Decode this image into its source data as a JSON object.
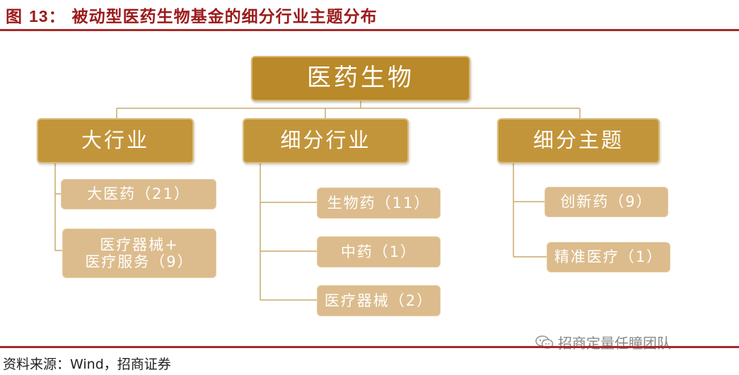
{
  "figure": {
    "label": "图",
    "number": "13",
    "colon": "：",
    "title": "被动型医药生物基金的细分行业主题分布"
  },
  "diagram": {
    "root": "医药生物",
    "categories": [
      {
        "label": "大行业",
        "leaves": [
          {
            "lines": [
              "大医药（21）"
            ]
          },
          {
            "lines": [
              "医疗器械+",
              "医疗服务（9）"
            ]
          }
        ]
      },
      {
        "label": "细分行业",
        "leaves": [
          {
            "lines": [
              "生物药（11）"
            ]
          },
          {
            "lines": [
              "中药（1）"
            ]
          },
          {
            "lines": [
              "医疗器械（2）"
            ]
          }
        ]
      },
      {
        "label": "细分主题",
        "leaves": [
          {
            "lines": [
              "创新药（9）"
            ]
          },
          {
            "lines": [
              "精准医疗（1）"
            ]
          }
        ]
      }
    ]
  },
  "source": "资料来源：Wind，招商证券",
  "watermark": {
    "icon": "wechat-icon",
    "text": "招商定量任瞳团队"
  },
  "colors": {
    "accent_red": "#a52a2a",
    "root_gold": "#b9892a",
    "category_gold": "#c2953a",
    "leaf_tan": "#dcbc8d",
    "connector": "#c9aa6c"
  }
}
